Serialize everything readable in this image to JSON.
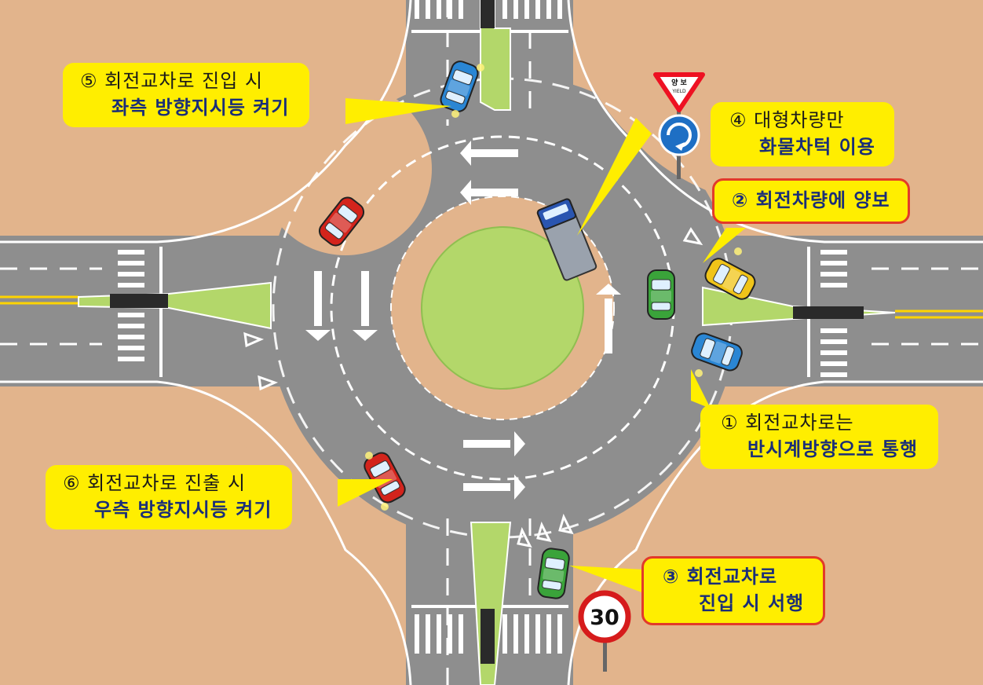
{
  "callouts": {
    "c1": {
      "line1": "① 회전교차로는",
      "line2": "반시계방향으로 통행"
    },
    "c2": {
      "line1": "② 회전차량에 양보"
    },
    "c3": {
      "line1": "③ 회전교차로",
      "line2": "진입 시 서행"
    },
    "c4": {
      "line1": "④ 대형차량만",
      "line2": "화물차턱 이용"
    },
    "c5": {
      "line1": "⑤ 회전교차로 진입 시",
      "line2": "좌측 방향지시등 켜기"
    },
    "c6": {
      "line1": "⑥ 회전교차로 진출 시",
      "line2": "우측 방향지시등 켜기"
    }
  },
  "signs": {
    "yield": {
      "top": "양 보",
      "bottom": "YIELD"
    },
    "speed_limit": "30"
  },
  "colors": {
    "ground": "#e2b48c",
    "road": "#8e8e8e",
    "island_grass": "#b3d76a",
    "apron": "#e2b48c",
    "callout_fill": "#ffee00",
    "callout_border": "#e23a2a",
    "callout_bold_text": "#1a2e78",
    "centerline": "#ffd400"
  },
  "vehicles": [
    {
      "name": "blue-car-north",
      "color": "#2a86d4"
    },
    {
      "name": "red-car-west",
      "color": "#d3241c"
    },
    {
      "name": "blue-truck",
      "color": "#2a55b0"
    },
    {
      "name": "yellow-car-east",
      "color": "#f0c419"
    },
    {
      "name": "green-car-east",
      "color": "#3aa33a"
    },
    {
      "name": "blue-car-east",
      "color": "#2a86d4"
    },
    {
      "name": "red-car-south",
      "color": "#d3241c"
    },
    {
      "name": "green-car-south",
      "color": "#3aa33a"
    }
  ]
}
